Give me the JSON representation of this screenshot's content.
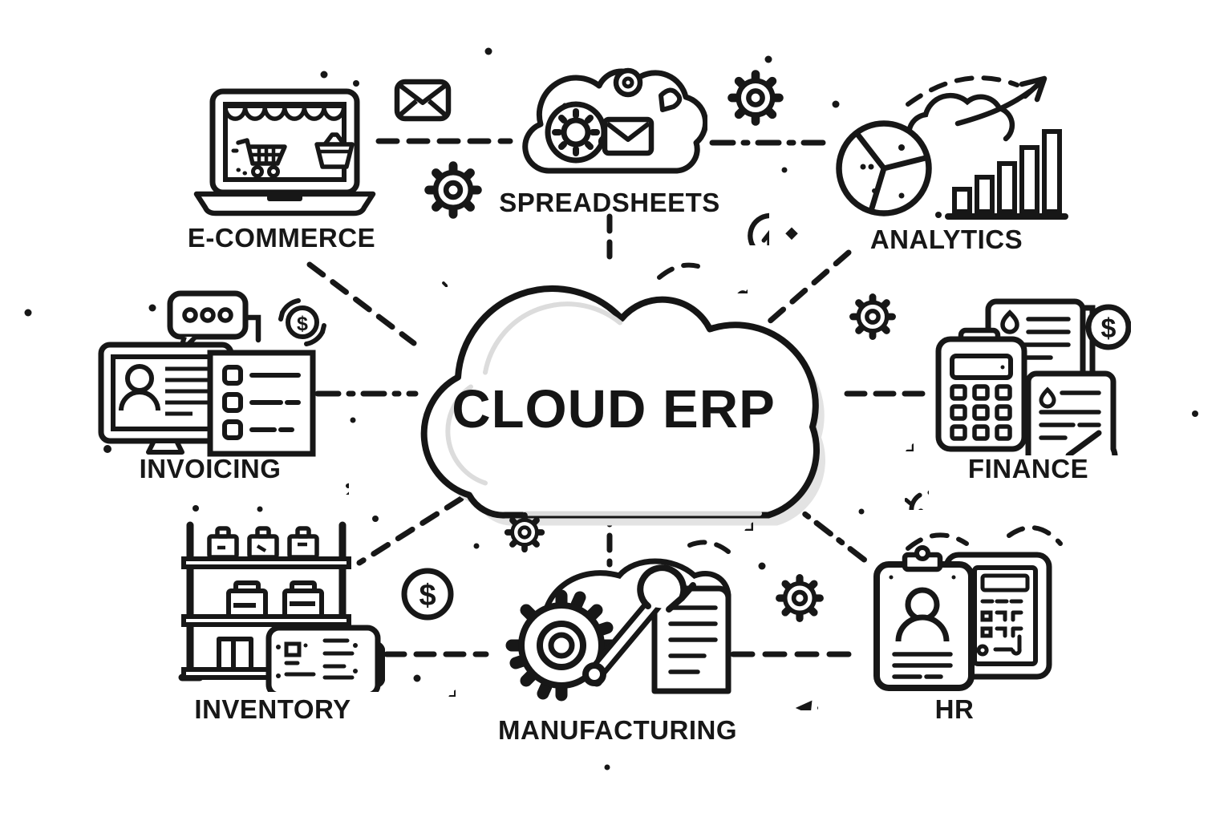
{
  "diagram": {
    "title": "CLOUD ERP",
    "center": {
      "label": "CLOUD ERP"
    },
    "nodes": [
      {
        "id": "e-commerce",
        "label": "E-COMMERCE"
      },
      {
        "id": "spreadsheets",
        "label": "SPREADSHEETS"
      },
      {
        "id": "analytics",
        "label": "ANALYTICS"
      },
      {
        "id": "invoicing",
        "label": "INVOICING"
      },
      {
        "id": "finance",
        "label": "FINANCE"
      },
      {
        "id": "inventory",
        "label": "INVENTORY"
      },
      {
        "id": "manufacturing",
        "label": "MANUFACTURING"
      },
      {
        "id": "hr",
        "label": "HR"
      }
    ],
    "decorations": [
      "gear-icon",
      "envelope-icon",
      "lightbulb-icon",
      "dollar-coin-icon",
      "check-badge-icon",
      "plus-sparkle-icon",
      "pen-arrow-icon",
      "left-arrow-icon",
      "bird-scribble-icon",
      "sparkle-icon",
      "dot"
    ],
    "connector_style": "dashed"
  },
  "glyphs": {
    "dollar": "$"
  },
  "colors": {
    "ink": "#171717",
    "background": "#ffffff",
    "shadow": "#e3e3e3",
    "inner_shadow": "#dcdcdc"
  }
}
